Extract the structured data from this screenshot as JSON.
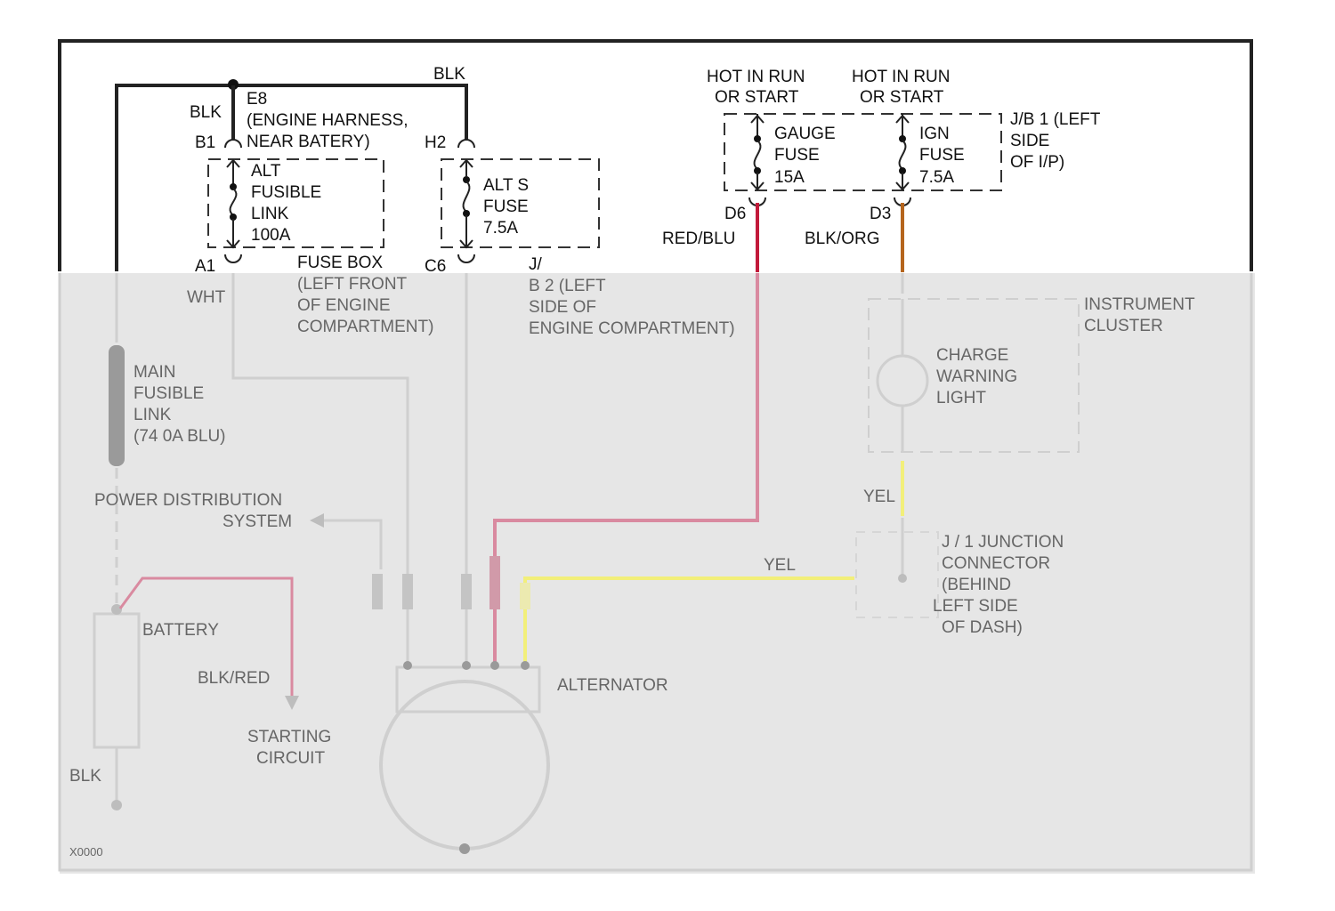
{
  "colors": {
    "wire_black": "#222222",
    "wire_red_blu": "#c21a3a",
    "wire_blk_org": "#b5651d",
    "wire_yel": "#f2ef7a",
    "wire_pink": "#d98aa0",
    "overlay": "#e6e6e6"
  },
  "labels": {
    "blk_top": "BLK",
    "blk_left": "BLK",
    "e8": "E8",
    "engine_harness_1": "(ENGINE HARNESS,",
    "engine_harness_2": "NEAR BATERY)",
    "b1": "B1",
    "h2": "H2",
    "a1": "A1",
    "c6": "C6",
    "j_slash": "J/",
    "alt_link_1": "ALT",
    "alt_link_2": "FUSIBLE",
    "alt_link_3": "LINK",
    "alt_link_4": "100A",
    "alt_s_1": "ALT S",
    "alt_s_2": "FUSE",
    "alt_s_3": "7.5A",
    "fuse_box": "FUSE BOX",
    "hot1_1": "HOT IN RUN",
    "hot1_2": "OR START",
    "hot2_1": "HOT IN RUN",
    "hot2_2": "OR START",
    "gauge_1": "GAUGE",
    "gauge_2": "FUSE",
    "gauge_3": "15A",
    "ign_1": "IGN",
    "ign_2": "FUSE",
    "ign_3": "7.5A",
    "jb1_1": "J/B 1 (LEFT",
    "jb1_2": "SIDE",
    "jb1_3": "OF I/P)",
    "d6": "D6",
    "d3": "D3",
    "red_blu": "RED/BLU",
    "blk_org": "BLK/ORG"
  },
  "blurred_labels": {
    "wht": "WHT",
    "fuse_box_loc_1": "(LEFT FRONT",
    "fuse_box_loc_2": "OF ENGINE",
    "fuse_box_loc_3": "COMPARTMENT)",
    "j2_1": "B 2 (LEFT",
    "j2_2": "SIDE OF",
    "j2_3": "ENGINE COMPARTMENT)",
    "main_link_1": "MAIN",
    "main_link_2": "FUSIBLE",
    "main_link_3": "LINK",
    "main_link_4": "(74 0A BLU)",
    "power_dist_1": "POWER DISTRIBUTION",
    "power_dist_2": "SYSTEM",
    "battery": "BATTERY",
    "blk_red": "BLK/RED",
    "starting_1": "STARTING",
    "starting_2": "CIRCUIT",
    "blk_bottom": "BLK",
    "alternator": "ALTERNATOR",
    "instrument_1": "INSTRUMENT",
    "instrument_2": "CLUSTER",
    "charge_1": "CHARGE",
    "charge_2": "WARNING",
    "charge_3": "LIGHT",
    "yel_1": "YEL",
    "yel_2": "YEL",
    "junction_1": "J / 1 JUNCTION",
    "junction_2": "CONNECTOR",
    "junction_3": "(BEHIND",
    "junction_4": "LEFT SIDE",
    "junction_5": "OF DASH)",
    "code": "X0000"
  }
}
